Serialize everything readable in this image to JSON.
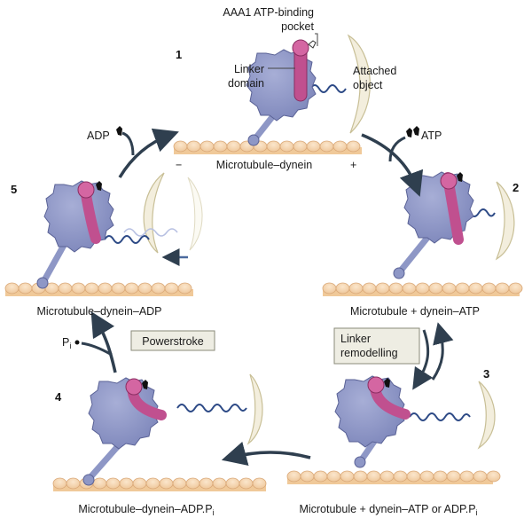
{
  "steps": {
    "s1": "1",
    "s2": "2",
    "s3": "3",
    "s4": "4",
    "s5": "5"
  },
  "labels": {
    "aaa1_line1": "AAA1 ATP-binding",
    "aaa1_line2": "pocket",
    "linker_line1": "Linker",
    "linker_line2": "domain",
    "attached_line1": "Attached",
    "attached_line2": "object",
    "minus": "−",
    "plus": "+",
    "state1": "Microtubule–dynein",
    "state2": "Microtubule + dynein–ATP",
    "state3": "Microtubule + dynein–ATP or ADP.P",
    "state3_sub": "i",
    "state4": "Microtubule–dynein–ADP.P",
    "state4_sub": "i",
    "state5": "Microtubule–dynein–ADP",
    "adp": "ADP",
    "atp": "ATP",
    "pi": "P",
    "pi_sub": "i",
    "powerstroke": "Powerstroke",
    "remodel_line1": "Linker",
    "remodel_line2": "remodelling"
  },
  "colors": {
    "motor": "#8e97c6",
    "motor_edge": "#5a6296",
    "linker": "#c0508f",
    "linker_edge": "#8a2e62",
    "microtubule": "#f6d7b2",
    "microtubule_edge": "#d9a878",
    "cargo": "#f3eedd",
    "cargo_edge": "#c8bf96",
    "tether": "#2d4a86",
    "arrow": "#2f3f4f",
    "box_fill": "#eeede3",
    "box_edge": "#8a8a7a"
  }
}
